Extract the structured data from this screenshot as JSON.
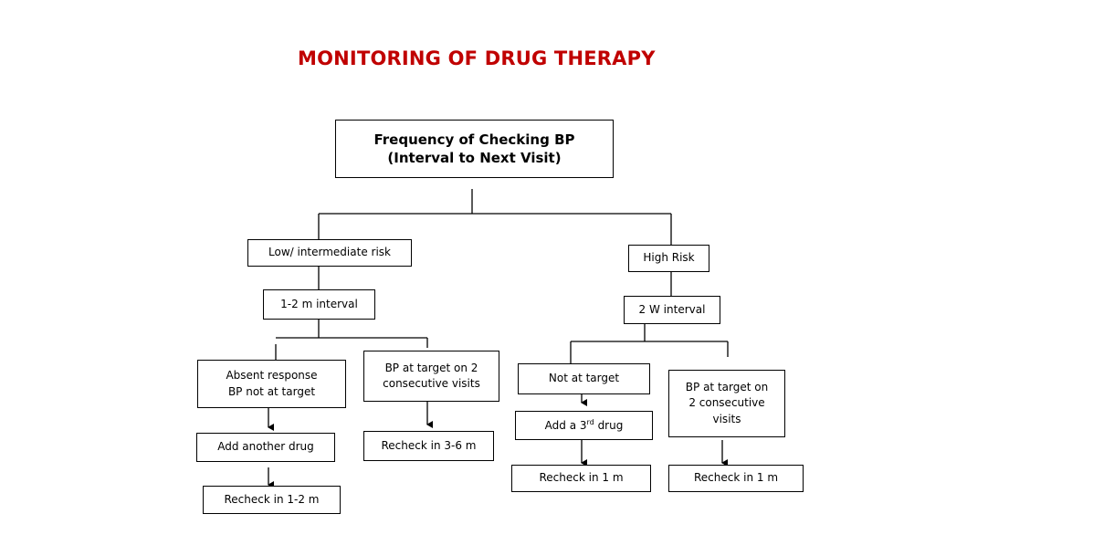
{
  "title": "MONITORING OF DRUG THERAPY",
  "nodes": {
    "root": {
      "line1": "Frequency of Checking BP",
      "line2": "(Interval to Next Visit)"
    },
    "low_risk": {
      "label": "Low/ intermediate risk"
    },
    "low_interval": {
      "label": "1-2 m interval"
    },
    "absent_response": {
      "line1": "Absent response",
      "line2": "BP not at target"
    },
    "add_another": {
      "label": "Add another drug"
    },
    "recheck_low_a": {
      "label": "Recheck in 1-2 m"
    },
    "low_at_target": {
      "line1": "BP at target on 2",
      "line2": "consecutive visits"
    },
    "recheck_low_b": {
      "label": "Recheck in 3-6 m"
    },
    "high_risk": {
      "label": "High Risk"
    },
    "high_interval": {
      "label": "2 W interval"
    },
    "not_at_target": {
      "label": "Not at target"
    },
    "add_third": {
      "prefix": "Add a 3",
      "sup": "rd",
      "suffix": " drug"
    },
    "recheck_high_a": {
      "label": "Recheck in 1 m"
    },
    "high_at_target": {
      "line1": "BP at target on",
      "line2": "2 consecutive",
      "line3": "visits"
    },
    "recheck_high_b": {
      "label": "Recheck in 1 m"
    }
  },
  "colors": {
    "title": "#c00000",
    "lines": "#000000"
  }
}
